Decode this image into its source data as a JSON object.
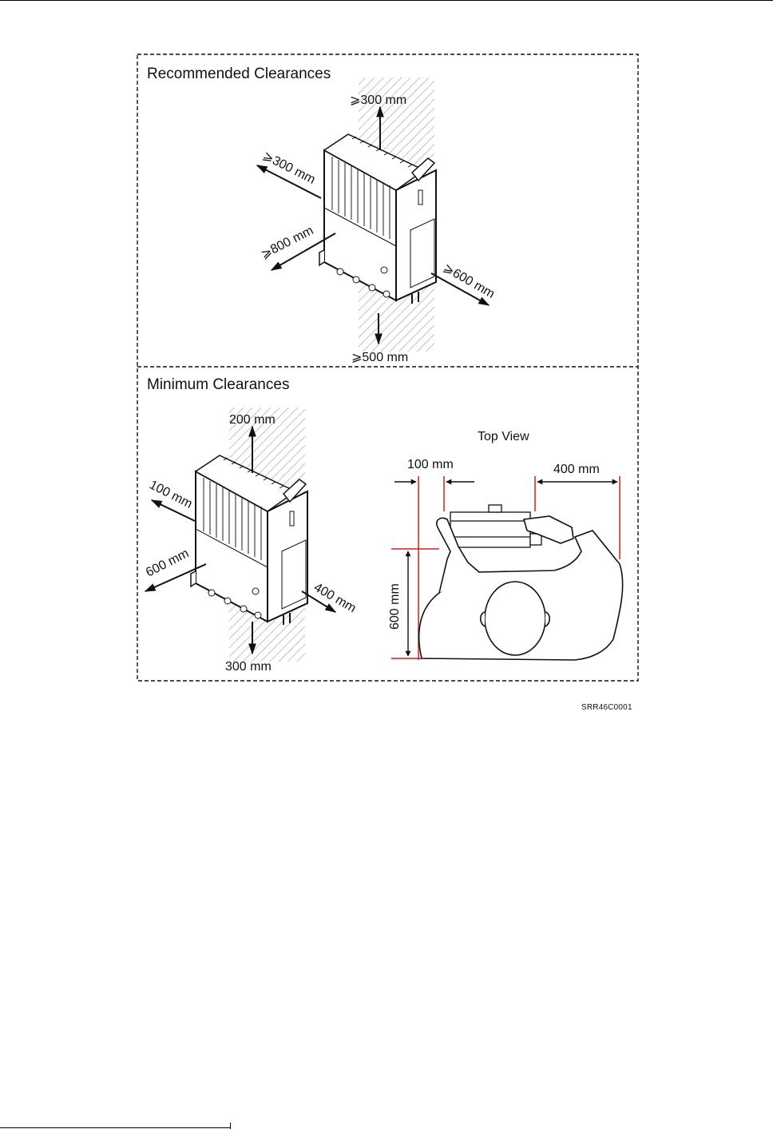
{
  "panels": {
    "recommended": {
      "title": "Recommended Clearances",
      "top": "⩾300 mm",
      "left": "⩾300 mm",
      "front": "⩾800 mm",
      "right": "⩾600 mm",
      "bottom": "⩾500 mm"
    },
    "minimum": {
      "title": "Minimum Clearances",
      "top": "200 mm",
      "left": "100 mm",
      "front": "600 mm",
      "right": "400 mm",
      "bottom": "300 mm"
    },
    "top_view": {
      "title": "Top View",
      "left_gap": "100 mm",
      "right_gap": "400 mm",
      "depth": "600 mm"
    }
  },
  "figure_id": "SRR46C0001",
  "colors": {
    "dimension": "#d61e1e",
    "line": "#111111",
    "hatch": "#9a9a9a"
  }
}
